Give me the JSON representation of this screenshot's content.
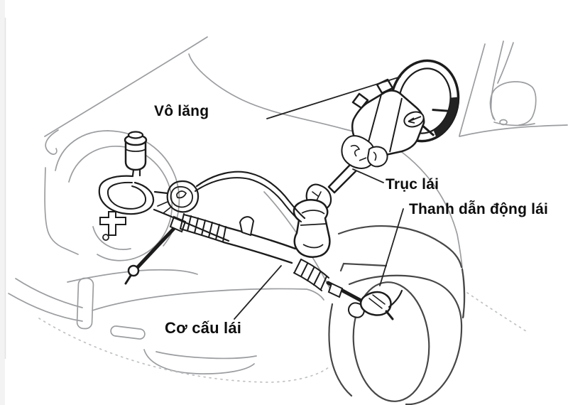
{
  "diagram": {
    "labels": {
      "steering_wheel": "Vô lăng",
      "steering_column": "Trục lái",
      "steering_linkage": "Thanh dẫn động lái",
      "steering_gear": "Cơ cấu lái"
    },
    "colors": {
      "background": "#ffffff",
      "body_outline": "#9b9da0",
      "component_ink": "#1c1c1c",
      "wheel_ink": "#474747",
      "label_ink": "#0d0d0d"
    }
  }
}
